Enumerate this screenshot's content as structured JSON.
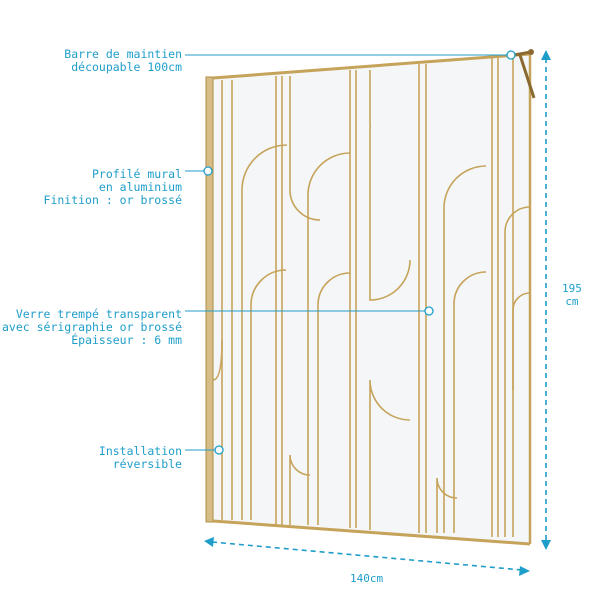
{
  "labels": {
    "bar": [
      "Barre de maintien",
      "découpable 100cm"
    ],
    "profile": [
      "Profilé mural",
      "en aluminium",
      "Finition : or brossé"
    ],
    "glass": [
      "Verre trempé transparent",
      "avec sérigraphie or brossé",
      "Épaisseur : 6 mm"
    ],
    "install": [
      "Installation",
      "réversible"
    ]
  },
  "dimensions": {
    "height_value": "195",
    "height_unit": "cm",
    "width": "140cm"
  },
  "colors": {
    "annotation": "#1f9ec9",
    "gold": "#c6a35a",
    "glass": "#f4f6f7"
  }
}
